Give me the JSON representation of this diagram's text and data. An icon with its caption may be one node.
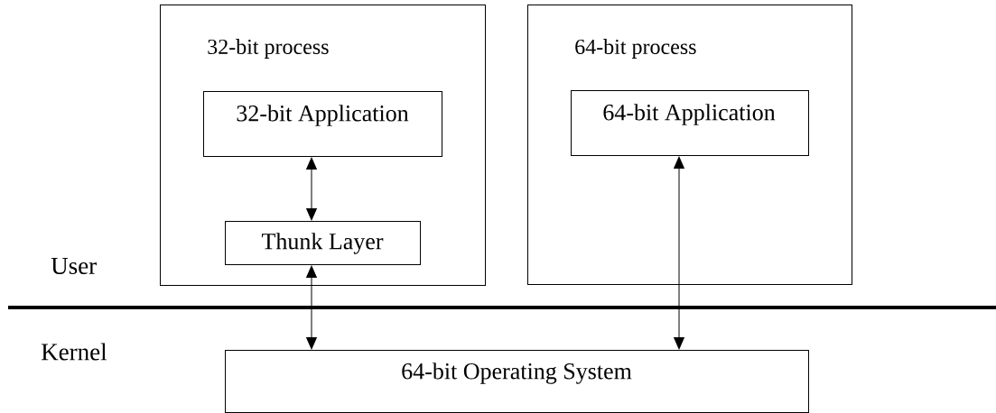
{
  "diagram": {
    "nodes": [
      {
        "text": [
          "32-bit process"
        ]
      },
      {
        "text": [
          "32-bit Application"
        ],
        "in": 0
      },
      {
        "text": [
          "Thunk Layer"
        ],
        "in": 0
      },
      {
        "text": [
          "64-bit process"
        ]
      },
      {
        "text": [
          "64-bit Application"
        ],
        "in": 3
      },
      {
        "text": [
          "64-bit Operating System"
        ]
      }
    ],
    "edges": [
      {
        "from": 1,
        "to": 2,
        "arrow": "both"
      },
      {
        "from": 2,
        "to": 5,
        "arrow": "both"
      },
      {
        "from": 4,
        "to": 5,
        "arrow": "both"
      }
    ],
    "labels": [
      "User",
      "Kernel"
    ]
  }
}
